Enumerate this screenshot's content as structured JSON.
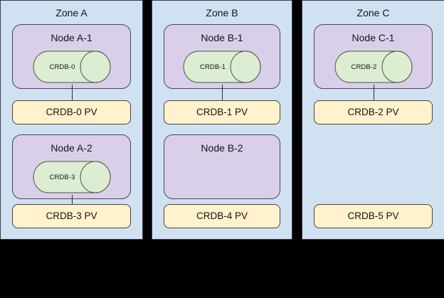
{
  "colors": {
    "background": "#000000",
    "zone_fill": "#d0e1f2",
    "zone_stroke": "#3b3b4f",
    "node_fill": "#dacfe9",
    "node_stroke": "#4c4459",
    "pod_fill": "#dcedd2",
    "pod_stroke": "#4a5540",
    "pv_fill": "#fff2cc",
    "pv_stroke": "#4c4433",
    "connector": "#2b2b34",
    "text": "#141414"
  },
  "zones": [
    {
      "id": "zone-a",
      "title": "Zone A",
      "rows": [
        {
          "node": {
            "title": "Node A-1",
            "present": true,
            "pod": {
              "label": "CRDB-0",
              "present": true
            }
          },
          "connector": true,
          "pv": {
            "label": "CRDB-0 PV"
          }
        },
        {
          "node": {
            "title": "Node A-2",
            "present": true,
            "pod": {
              "label": "CRDB-3",
              "present": true
            }
          },
          "connector": true,
          "pv": {
            "label": "CRDB-3 PV"
          }
        }
      ]
    },
    {
      "id": "zone-b",
      "title": "Zone B",
      "rows": [
        {
          "node": {
            "title": "Node B-1",
            "present": true,
            "pod": {
              "label": "CRDB-1",
              "present": true
            }
          },
          "connector": true,
          "pv": {
            "label": "CRDB-1 PV"
          }
        },
        {
          "node": {
            "title": "Node B-2",
            "present": true,
            "pod": {
              "label": "",
              "present": false
            }
          },
          "connector": false,
          "pv": {
            "label": "CRDB-4 PV"
          }
        }
      ]
    },
    {
      "id": "zone-c",
      "title": "Zone C",
      "rows": [
        {
          "node": {
            "title": "Node C-1",
            "present": true,
            "pod": {
              "label": "CRDB-2",
              "present": true
            }
          },
          "connector": true,
          "pv": {
            "label": "CRDB-2 PV"
          }
        },
        {
          "node": {
            "title": "",
            "present": false,
            "pod": {
              "label": "",
              "present": false
            }
          },
          "connector": false,
          "pv": {
            "label": "CRDB-5 PV"
          }
        }
      ]
    }
  ]
}
